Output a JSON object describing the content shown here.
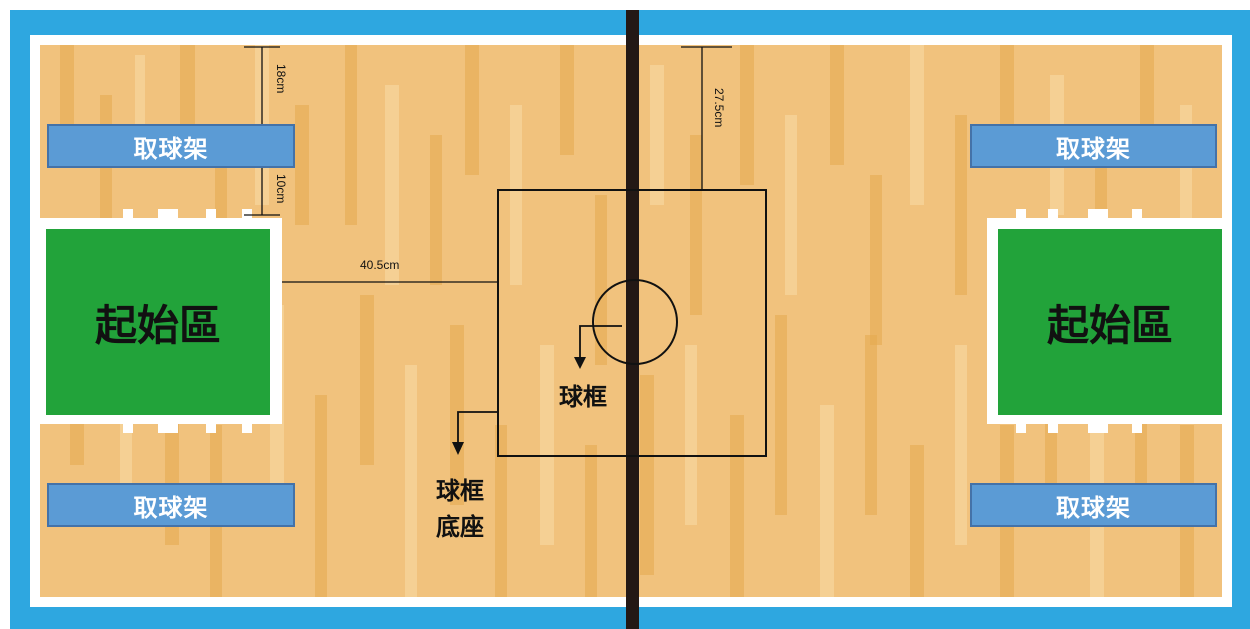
{
  "court": {
    "border_color": "#2ea7e0",
    "floor_color": "#f1c27d",
    "center_line_color": "#231815",
    "start_zone_color": "#22a33a",
    "rack_color": "#5b9bd5"
  },
  "labels": {
    "rack": "取球架",
    "start_zone": "起始區",
    "hoop": "球框",
    "hoop_base_line1": "球框",
    "hoop_base_line2": "底座"
  },
  "dimensions": {
    "rack_to_wall": "18cm",
    "rack_to_start": "10cm",
    "start_to_base": "40.5cm",
    "wall_to_base": "27.5cm"
  }
}
